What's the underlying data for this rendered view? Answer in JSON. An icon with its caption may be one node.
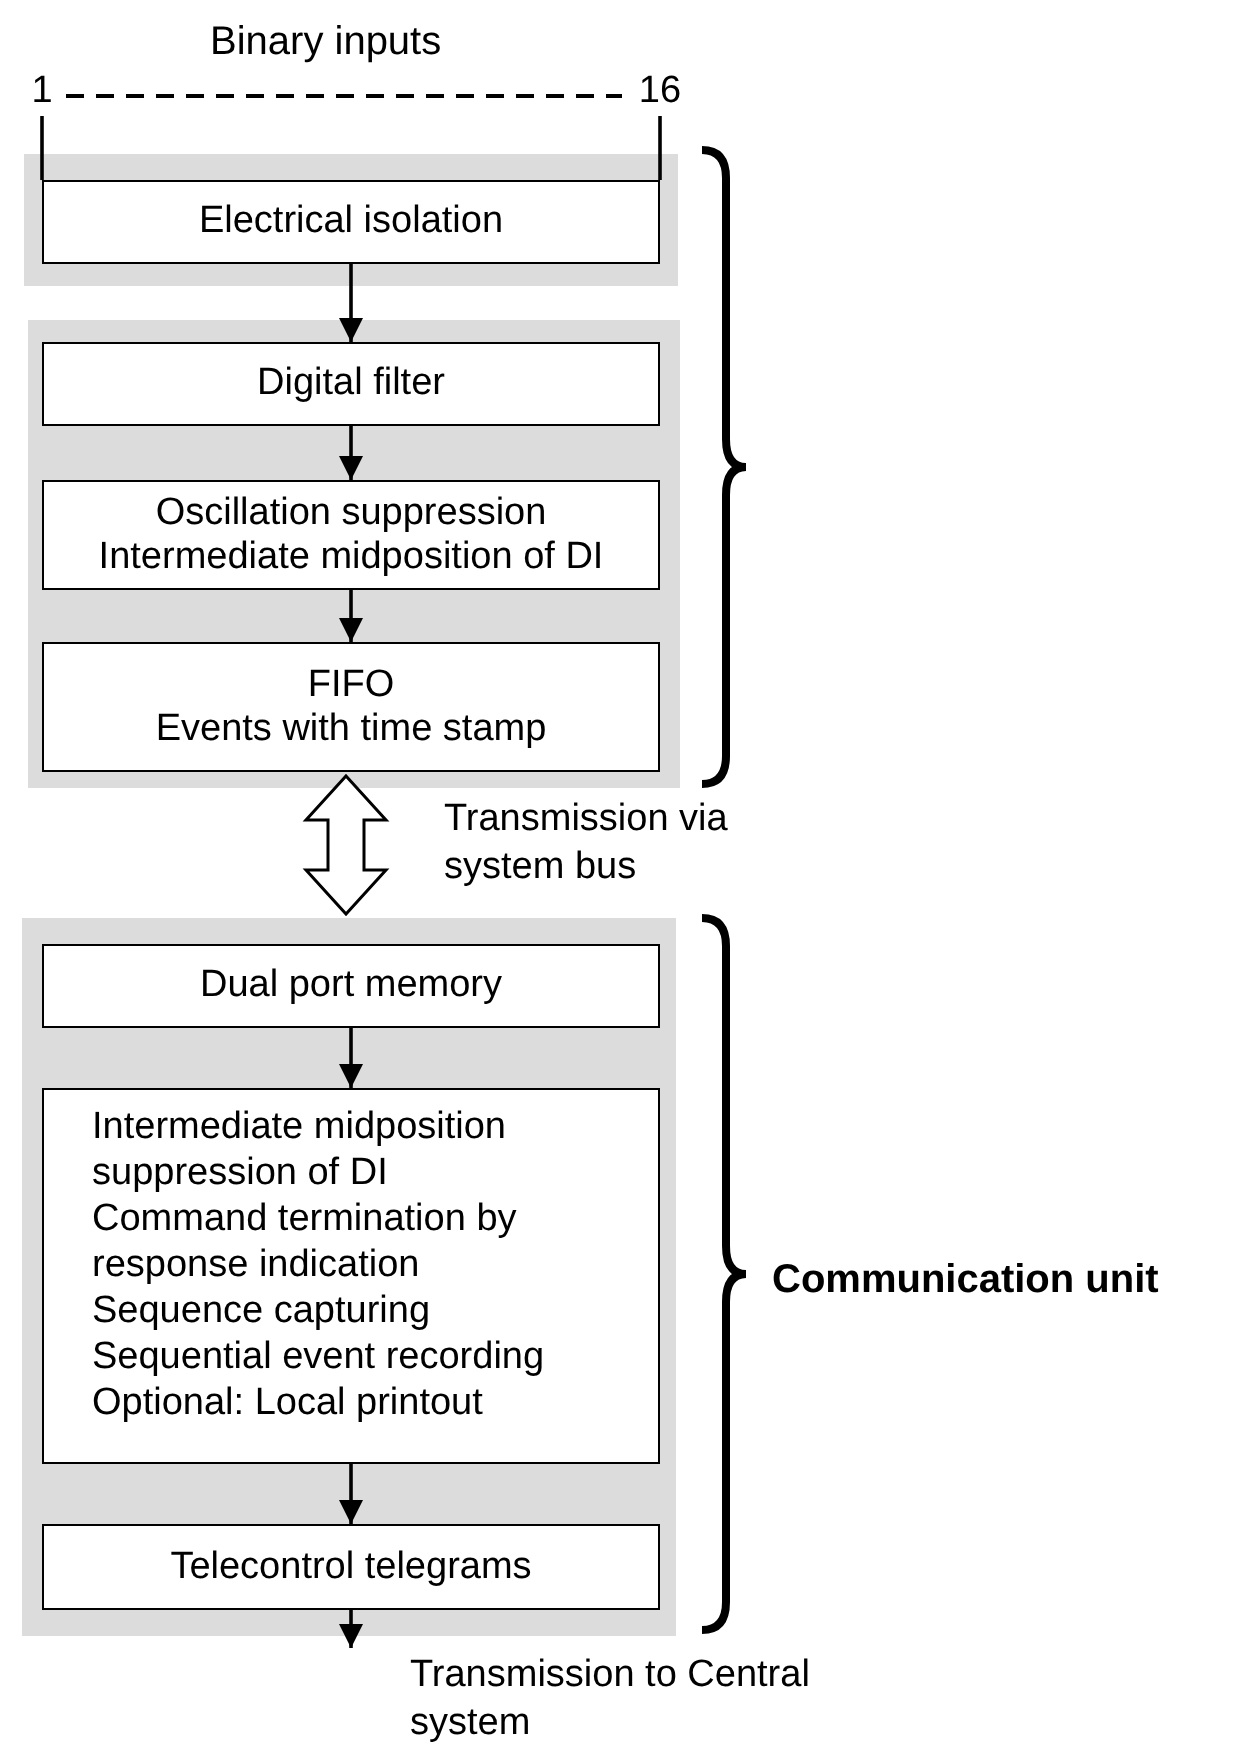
{
  "diagram": {
    "nodes": [
      {
        "text": [],
        "shape": "box"
      },
      {
        "text": [
          "Electrical isolation"
        ],
        "in": 0
      },
      {
        "text": [],
        "shape": "box"
      },
      {
        "text": [
          "Digital filter"
        ],
        "in": 2
      },
      {
        "text": [
          "Oscillation suppression",
          "Intermediate midposition of DI"
        ],
        "in": 2
      },
      {
        "text": [
          "FIFO",
          "Events with time stamp"
        ],
        "in": 2
      },
      {
        "text": [],
        "shape": "box"
      },
      {
        "text": [
          "Dual port memory"
        ],
        "in": 6
      },
      {
        "text": [
          "Intermediate midposition suppression of DI",
          "Command termination by response indication",
          "Sequence capturing",
          "Sequential event recording",
          "Optional: Local printout"
        ],
        "in": 6
      },
      {
        "text": [
          "Telecontrol telegrams"
        ],
        "in": 6
      },
      {
        "text": [
          "1"
        ]
      },
      {
        "text": [
          "16"
        ]
      },
      {
        "text": [
          "Transmission to Central system"
        ]
      }
    ],
    "edges": [
      {
        "from": 10,
        "to": 11,
        "arrow": "none",
        "style": "dashed"
      },
      {
        "from": 10,
        "to": 1,
        "arrow": "none"
      },
      {
        "from": 11,
        "to": 1,
        "arrow": "none"
      },
      {
        "from": 1,
        "to": 3,
        "arrow": "to"
      },
      {
        "from": 3,
        "to": 4,
        "arrow": "to"
      },
      {
        "from": 4,
        "to": 5,
        "arrow": "to"
      },
      {
        "from": 2,
        "to": 6,
        "arrow": "both",
        "style": "thick",
        "label": "Transmission via system bus"
      },
      {
        "from": 7,
        "to": 8,
        "arrow": "to"
      },
      {
        "from": 8,
        "to": 9,
        "arrow": "to"
      },
      {
        "from": 9,
        "to": 12,
        "arrow": "to"
      }
    ],
    "labels": [
      "Binary inputs",
      "Communication unit"
    ]
  }
}
